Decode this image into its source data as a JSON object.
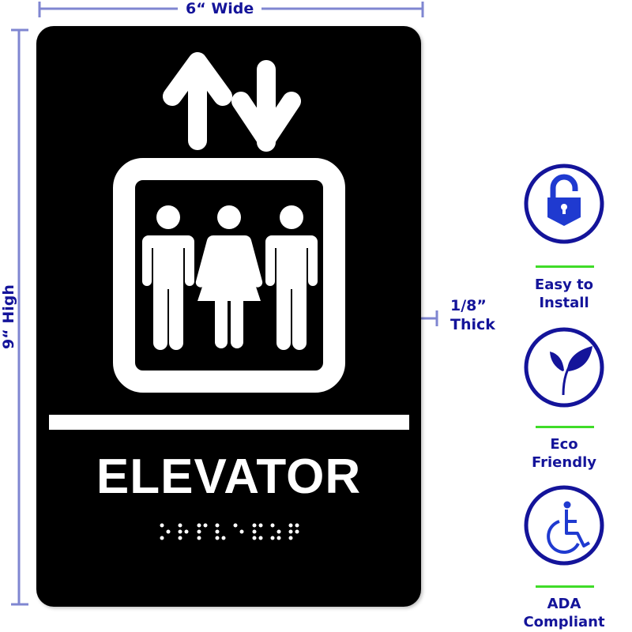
{
  "dimensions": {
    "width_label": "6“ Wide",
    "height_label": "9“ High",
    "thickness_label_line1": "1/8”",
    "thickness_label_line2": "Thick"
  },
  "sign": {
    "title": "ELEVATOR",
    "icons": [
      "up-arrow-icon",
      "down-arrow-icon",
      "people-icon",
      "braille-dots"
    ]
  },
  "features": [
    {
      "icon": "padlock-icon",
      "line1": "Easy to",
      "line2": "Install"
    },
    {
      "icon": "leaf-icon",
      "line1": "Eco",
      "line2": "Friendly"
    },
    {
      "icon": "wheelchair-icon",
      "line1": "ADA",
      "line2": "Compliant"
    }
  ],
  "colors": {
    "navy": "#14149a",
    "dimension_line": "#7f86d1",
    "accent_green": "#3fdc28",
    "sign": "#000000"
  }
}
